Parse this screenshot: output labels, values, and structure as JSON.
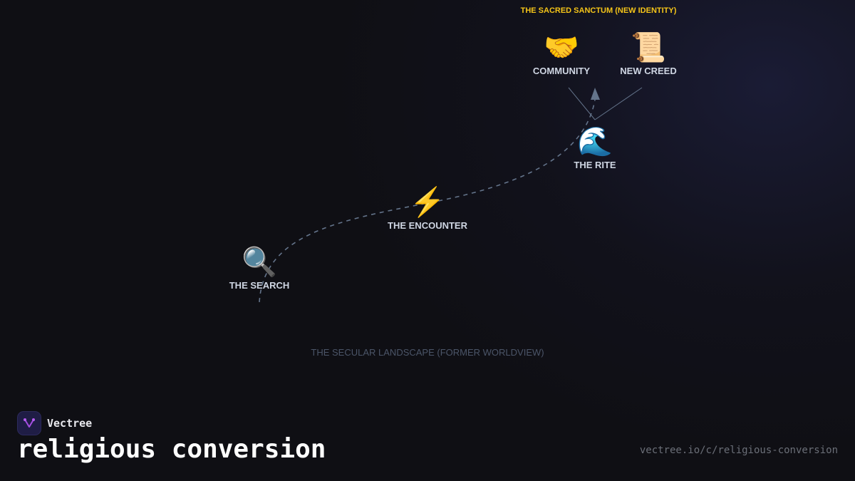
{
  "diagram": {
    "zones": {
      "top": "THE SACRED SANCTUM (NEW IDENTITY)",
      "bottom": "THE SECULAR LANDSCAPE (FORMER WORLDVIEW)"
    },
    "nodes": [
      {
        "id": "search",
        "icon": "magnifying-glass-icon",
        "glyph": "🔍",
        "label": "THE SEARCH"
      },
      {
        "id": "encounter",
        "icon": "lightning-icon",
        "glyph": "⚡",
        "label": "THE ENCOUNTER"
      },
      {
        "id": "rite",
        "icon": "wave-icon",
        "glyph": "🌊",
        "label": "THE RITE"
      },
      {
        "id": "community",
        "icon": "handshake-icon",
        "glyph": "🤝",
        "label": "COMMUNITY"
      },
      {
        "id": "creed",
        "icon": "scroll-icon",
        "glyph": "📜",
        "label": "NEW CREED"
      }
    ],
    "edges": [
      {
        "from": "search",
        "to": "rite",
        "style": "dashed",
        "via": "encounter",
        "arrow": true
      },
      {
        "from": "rite",
        "to": "community",
        "style": "solid"
      },
      {
        "from": "rite",
        "to": "creed",
        "style": "solid"
      }
    ],
    "colors": {
      "zone_top": "#f5c518",
      "zone_bottom": "#4b5568",
      "edge": "#64748b",
      "label": "#cfd6e3"
    }
  },
  "footer": {
    "brand": "Vectree",
    "title": "religious conversion",
    "url": "vectree.io/c/religious-conversion"
  }
}
